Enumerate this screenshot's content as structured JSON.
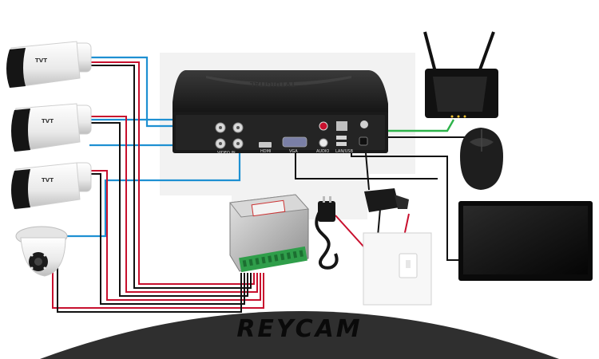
{
  "brand": {
    "name": "REYCAM"
  },
  "dvr": {
    "logo_text": "TVTDIGITAL",
    "port_labels": {
      "video": "VIDEO IN",
      "hdmi": "HDMI",
      "vga": "VGA",
      "audio": "AUDIO",
      "lan": "LAN/USB"
    }
  },
  "cameras": {
    "brand_text": "TVT"
  },
  "colors": {
    "video_cable": "#1e90d2",
    "power_red": "#c8102e",
    "power_black": "#111111",
    "network_cable": "#2db34a",
    "banner": "#2f2f2f",
    "dvr_body": "#1a1a1a"
  },
  "icons": [
    "bullet-camera-icon",
    "dome-camera-icon",
    "dvr-icon",
    "router-icon",
    "mouse-icon",
    "monitor-icon",
    "power-supply-icon",
    "power-plug-icon",
    "power-adapter-icon",
    "wall-socket-icon"
  ]
}
